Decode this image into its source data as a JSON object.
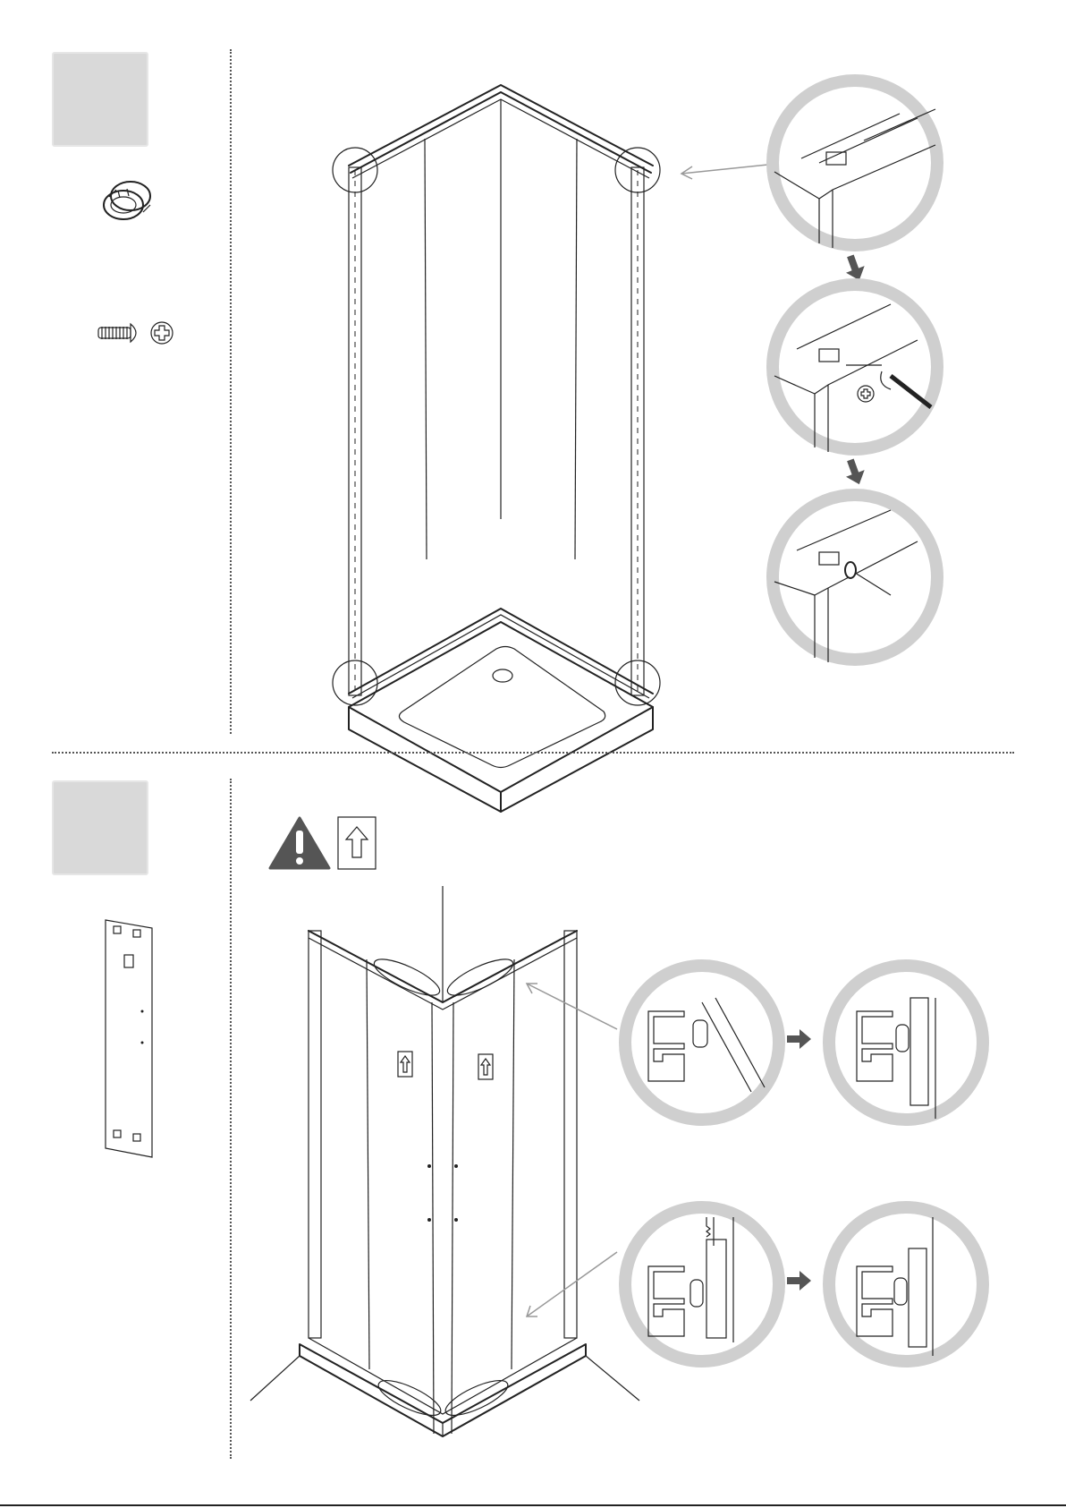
{
  "page": {
    "background": "#ffffff",
    "accent_gray": "#d9d9d9",
    "ring_gray": "#cfcfcf",
    "warning_color": "#555555"
  },
  "step1": {
    "badge_label": "",
    "parts": [
      {
        "name": "cap-ring",
        "icon": "cap-ring-icon",
        "quantity": ""
      },
      {
        "name": "screw",
        "icon": "screw-icon",
        "quantity": ""
      }
    ]
  },
  "step2": {
    "badge_label": "",
    "warning_icon": "warning-triangle-icon",
    "orientation_icon": "up-arrow-box-icon",
    "parts": [
      {
        "name": "glass-panel",
        "icon": "glass-panel-icon",
        "quantity": ""
      }
    ]
  }
}
